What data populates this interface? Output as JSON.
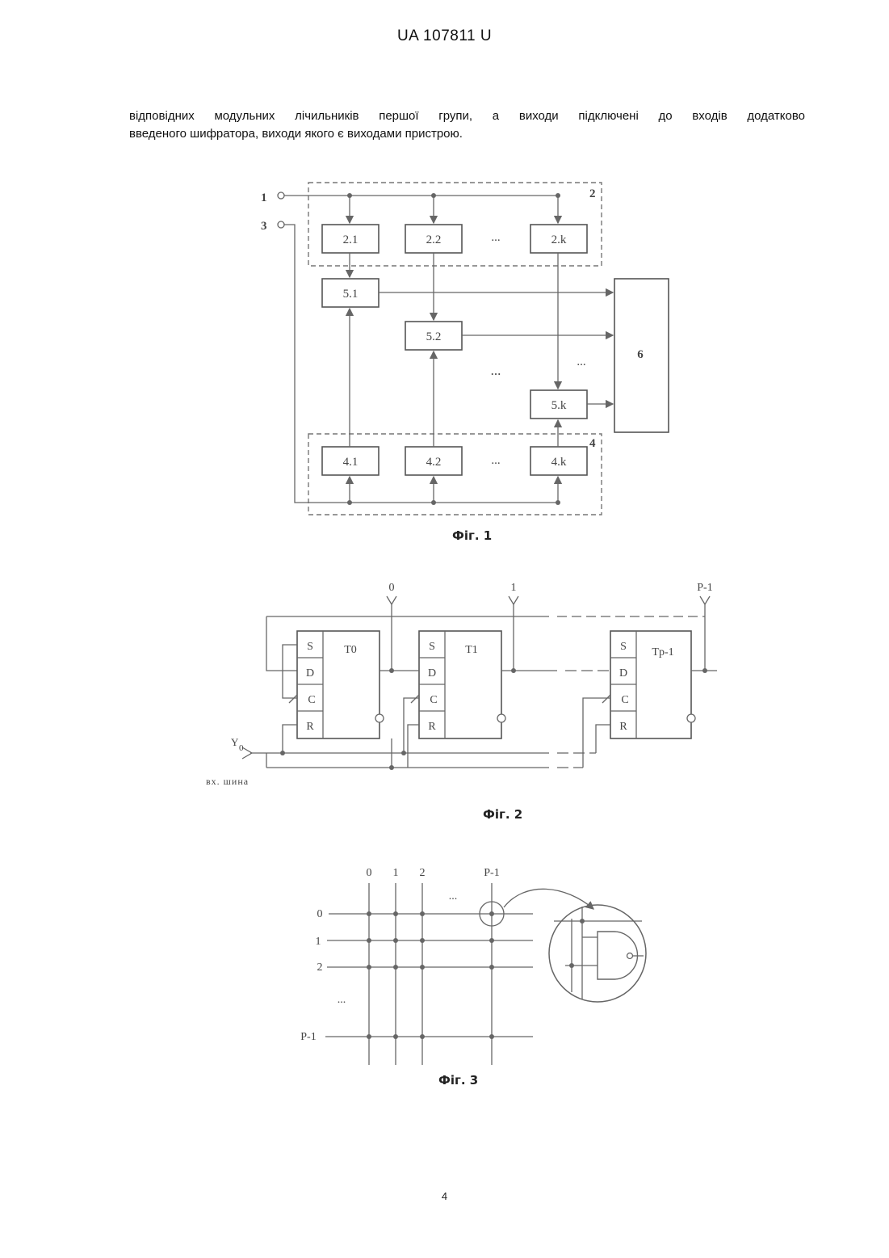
{
  "header": {
    "patent_number": "UA   107811   U"
  },
  "text": {
    "line1": "відповідних модульних лічильників першої групи, а виходи підключені до входів додатково",
    "line2": "введеного шифратора, виходи якого є виходами пристрою."
  },
  "fig1": {
    "caption": "Фіг. 1",
    "inputs": [
      "1",
      "3"
    ],
    "group_labels": [
      "2",
      "4"
    ],
    "top_blocks": [
      "2.1",
      "2.2",
      "2.k"
    ],
    "mid_blocks": [
      "5.1",
      "5.2",
      "5.k"
    ],
    "bottom_blocks": [
      "4.1",
      "4.2",
      "4.k"
    ],
    "encoder_label": "6",
    "ellipsis": "..."
  },
  "fig2": {
    "caption": "Фіг. 2",
    "outputs": [
      "0",
      "1",
      "P-1"
    ],
    "triggers": [
      "T0",
      "T1",
      "Tp-1"
    ],
    "pins": [
      "S",
      "D",
      "C",
      "R"
    ],
    "input_label": "Y",
    "input_sub": "0",
    "bus_label": "вх. шина"
  },
  "fig3": {
    "caption": "Фіг. 3",
    "col_labels": [
      "0",
      "1",
      "2",
      "P-1"
    ],
    "row_labels": [
      "0",
      "1",
      "2",
      "P-1"
    ],
    "ellipsis": "..."
  },
  "page_number": "4"
}
